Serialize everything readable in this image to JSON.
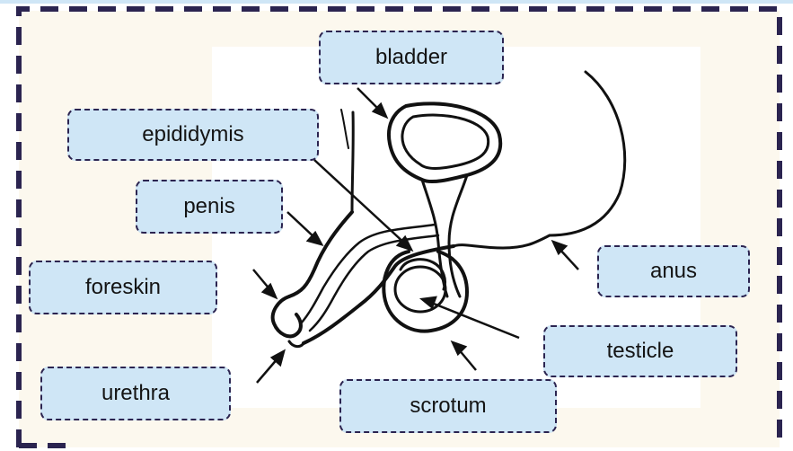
{
  "diagram": {
    "labels": {
      "bladder": "bladder",
      "epididymis": "epididymis",
      "penis": "penis",
      "foreskin": "foreskin",
      "urethra": "urethra",
      "scrotum": "scrotum",
      "testicle": "testicle",
      "anus": "anus"
    },
    "colors": {
      "label_fill": "#cfe6f6",
      "dash_border": "#2b2450",
      "panel_background": "#fcf8ee",
      "line_art": "#111111"
    }
  }
}
